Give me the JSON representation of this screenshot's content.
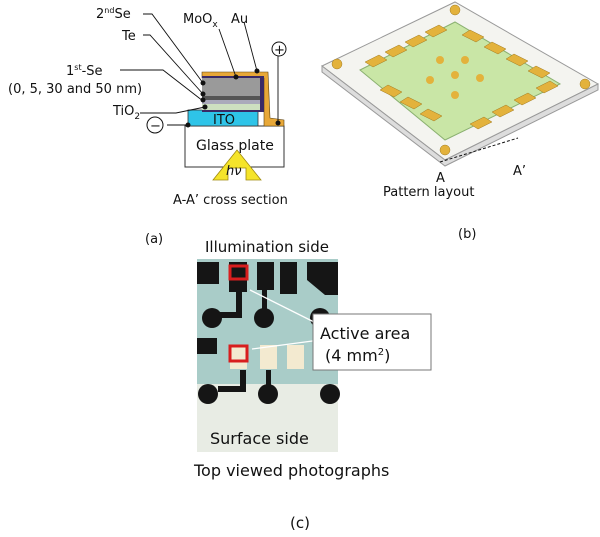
{
  "panel_a": {
    "label": "(a)",
    "layers": {
      "second_se": "2",
      "second_se_sup": "nd",
      "second_se_tail": "Se",
      "te": "Te",
      "first_se": "1",
      "first_se_sup": "st",
      "first_se_tail": "-Se",
      "first_se_thickness": "(0, 5, 30 and 50 nm)",
      "tio2": "TiO",
      "tio2_sub": "2",
      "moox": "MoO",
      "moox_sub": "x",
      "au": "Au",
      "ito": "ITO",
      "glass": "Glass plate",
      "light": "hν"
    },
    "plus": "+",
    "minus": "−",
    "caption": "A-A’ cross section"
  },
  "panel_b": {
    "label": "(b)",
    "marker_a": "A",
    "marker_a_prime": "A’",
    "caption": "Pattern layout"
  },
  "panel_c": {
    "label": "(c)",
    "top_label": "Illumination side",
    "bottom_label": "Surface side",
    "callout_line1": "Active area",
    "callout_line2": "(4 mm",
    "callout_sup": "2",
    "callout_close": ")",
    "caption": "Top viewed photographs"
  },
  "colors": {
    "ito": "#2ec4e8",
    "au": "#e8a838",
    "glass": "#ffffff",
    "arrow": "#f5e42a",
    "board": "#c9e6a6",
    "pad": "#e3b23c",
    "photo": "#9ec9c4",
    "active": "#d81e1e"
  }
}
